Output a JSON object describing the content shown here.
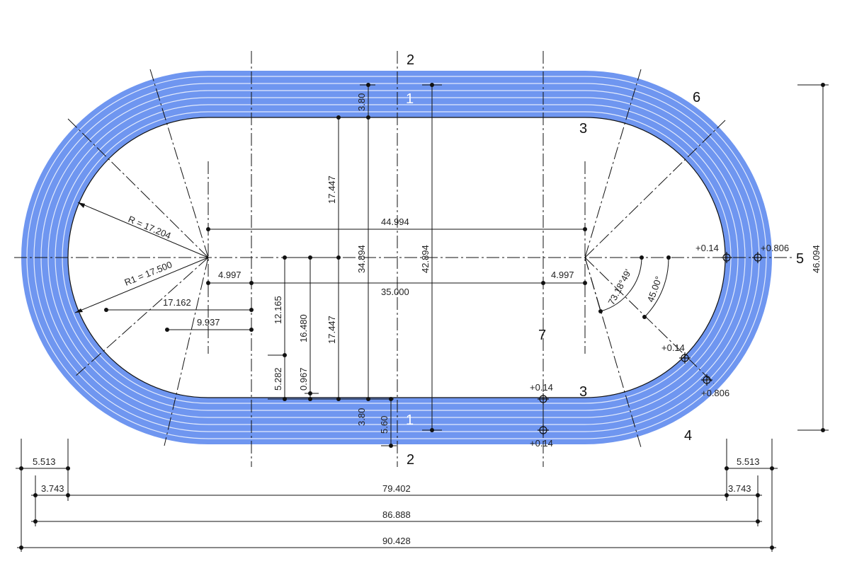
{
  "colors": {
    "track": "#6f96f0",
    "lane_lines": "#ffffff",
    "lines": "#111111",
    "background": "#ffffff"
  },
  "labels": {
    "axis_2_top": "2",
    "axis_2_bottom": "2",
    "lane_1_top": "1",
    "lane_1_bottom": "1",
    "mark_3_top": "3",
    "mark_3_bottom": "3",
    "mark_4": "4",
    "mark_5": "5",
    "mark_6": "6",
    "mark_7": "7"
  },
  "dimensions": {
    "r": "R = 17.204",
    "r1": "R1 = 17.500",
    "d_17_162": "17.162",
    "d_9_937": "9.937",
    "d_44_994": "44.994",
    "d_4_997_left": "4.997",
    "d_4_997_right": "4.997",
    "d_35_000": "35.000",
    "d_17_447_top": "17.447",
    "d_17_447_bottom": "17.447",
    "d_34_894": "34.894",
    "d_42_894": "42.894",
    "d_12_165": "12.165",
    "d_16_480": "16.480",
    "d_5_282": "5.282",
    "d_0_967": "0.967",
    "d_3_80_top": "3.80",
    "d_3_80_bottom": "3.80",
    "d_5_60": "5.60",
    "d_46_094": "46.094",
    "d_5_513_left": "5.513",
    "d_5_513_right": "5.513",
    "d_3_743_left": "3.743",
    "d_3_743_right": "3.743",
    "d_79_402": "79.402",
    "d_86_888": "86.888",
    "d_90_428": "90.428",
    "angle_73": "73.18°49'",
    "angle_45": "45.00°",
    "off_014_a": "+0.14",
    "off_0806_a": "+0.806",
    "off_014_b": "+0.14",
    "off_0806_b": "+0.806",
    "off_014_c": "+0.14",
    "off_014_d": "+0.14"
  }
}
